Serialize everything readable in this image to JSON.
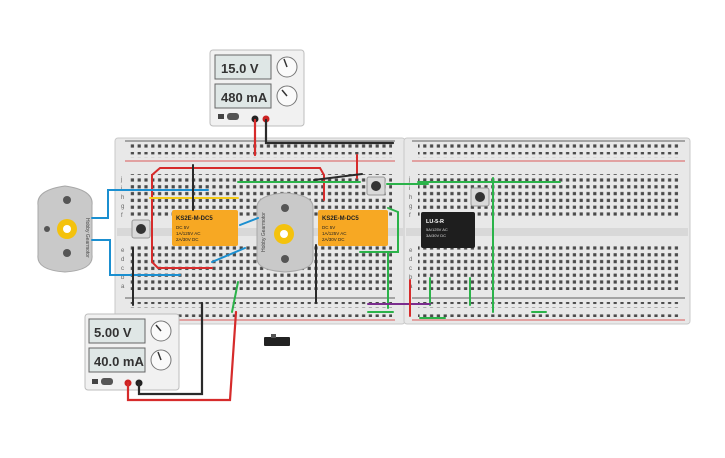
{
  "power_supply_top": {
    "voltage": "15.0 V",
    "current": "480 mA"
  },
  "power_supply_bottom": {
    "voltage": "5.00 V",
    "current": "40.0 mA"
  },
  "relays": [
    {
      "part": "KS2E-M-DC5",
      "lines": [
        "DC 5V",
        "1A/125V AC",
        "2A/30V DC"
      ]
    },
    {
      "part": "KS2E-M-DC5",
      "lines": [
        "DC 5V",
        "1A/125V AC",
        "2A/30V DC"
      ]
    },
    {
      "part": "LU-5-R",
      "lines": [
        "5A/125V AC",
        "3A/30V DC"
      ]
    }
  ],
  "motors": [
    {
      "label": "Hobby Gearmotor"
    },
    {
      "label": "Hobby Gearmotor"
    }
  ],
  "breadboard": {
    "row_letters_top": [
      "j",
      "i",
      "h",
      "g",
      "f"
    ],
    "row_letters_bottom": [
      "e",
      "d",
      "c",
      "b",
      "a"
    ]
  },
  "colors": {
    "relay_orange": "#f7a823",
    "wire_red": "#d62b2b",
    "wire_black": "#2a2a2a",
    "wire_blue": "#1b8fd0",
    "wire_green": "#2bb34a",
    "wire_yellow": "#f2c919",
    "wire_purple": "#7b2d8e"
  }
}
